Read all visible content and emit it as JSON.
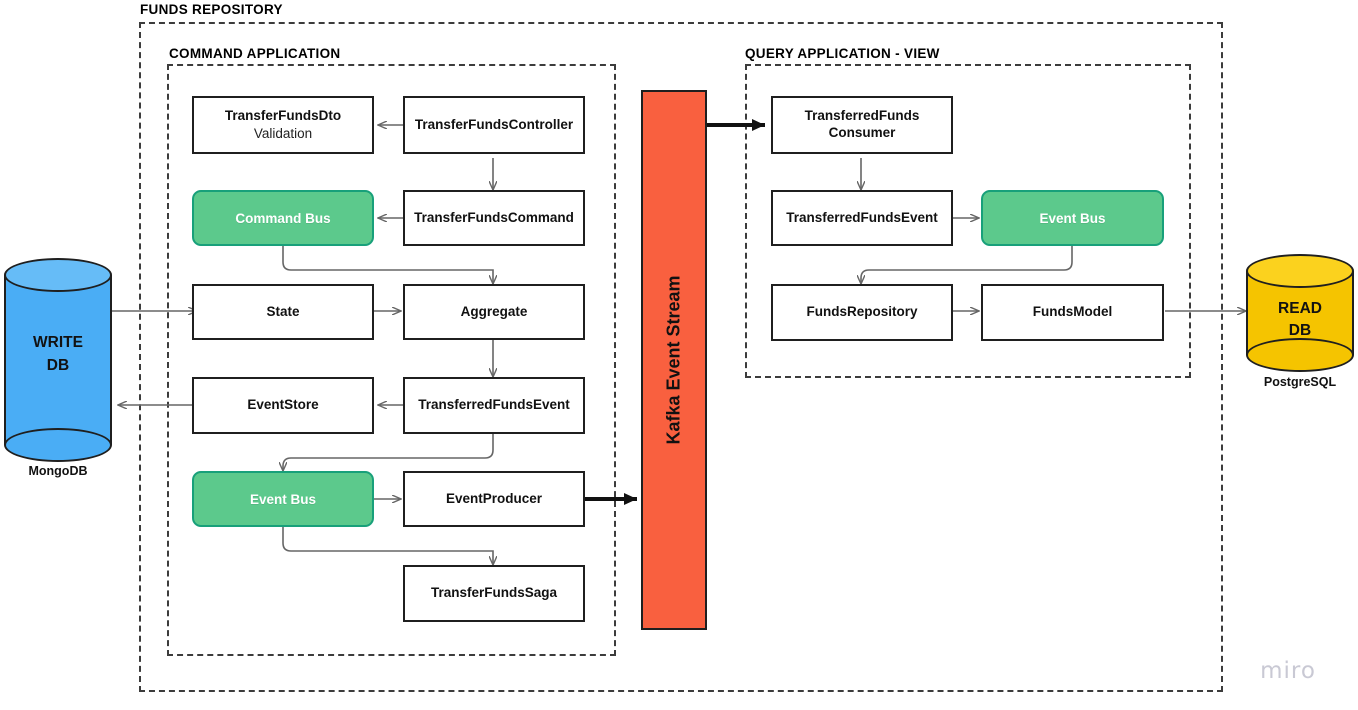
{
  "diagram": {
    "title": "FUNDS REPOSITORY",
    "watermark": "miro"
  },
  "groups": {
    "outer": {
      "label": "FUNDS REPOSITORY"
    },
    "command_application": {
      "label": "COMMAND APPLICATION"
    },
    "query_application": {
      "label": "QUERY APPLICATION - VIEW"
    }
  },
  "command_nodes": {
    "dto": {
      "title": "TransferFundsDto",
      "subtitle": "Validation"
    },
    "controller": {
      "title": "TransferFundsController"
    },
    "command_bus": {
      "title": "Command Bus"
    },
    "command": {
      "title": "TransferFundsCommand"
    },
    "state": {
      "title": "State"
    },
    "aggregate": {
      "title": "Aggregate"
    },
    "event_store": {
      "title": "EventStore"
    },
    "transferred_funds_event": {
      "title": "TransferredFundsEvent"
    },
    "event_bus": {
      "title": "Event Bus"
    },
    "event_producer": {
      "title": "EventProducer"
    },
    "saga": {
      "title": "TransferFundsSaga"
    }
  },
  "stream": {
    "label": "Kafka Event Stream"
  },
  "query_nodes": {
    "consumer": {
      "line1": "TransferredFunds",
      "line2": "Consumer"
    },
    "event": {
      "title": "TransferredFundsEvent"
    },
    "event_bus": {
      "title": "Event Bus"
    },
    "funds_repository": {
      "title": "FundsRepository"
    },
    "funds_model": {
      "title": "FundsModel"
    }
  },
  "databases": {
    "write": {
      "line1": "WRITE",
      "line2": "DB",
      "caption": "MongoDB"
    },
    "read": {
      "line1": "READ",
      "line2": "DB",
      "caption": "PostgreSQL"
    }
  },
  "colors": {
    "bus_green": "#5cc98c",
    "bus_green_border": "#18a07a",
    "kafka_orange": "#f9603f",
    "write_db_blue": "#4aadf5",
    "read_db_yellow": "#f5c400",
    "stroke": "#1f1f1f",
    "connector": "#666666"
  }
}
